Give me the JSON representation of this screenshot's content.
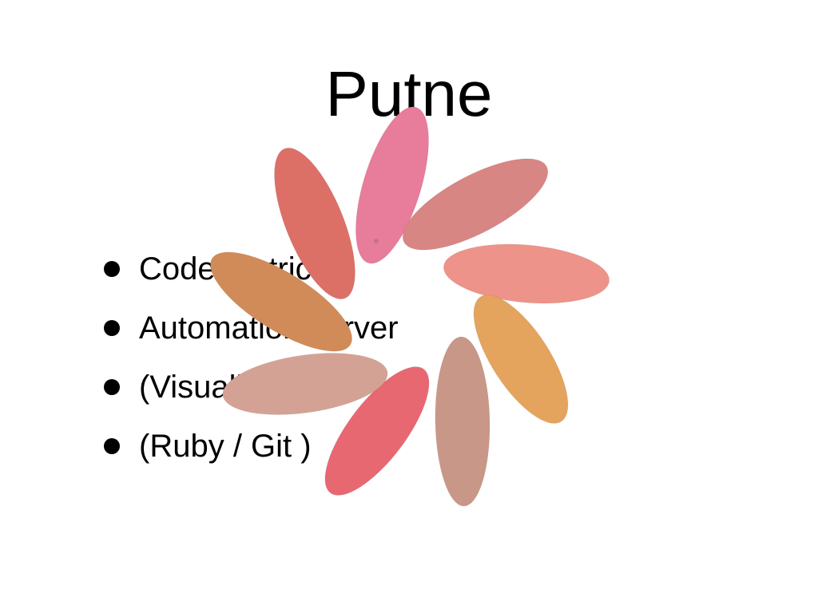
{
  "slide": {
    "title": "Putne",
    "bullets": [
      {
        "text": "Code metrics"
      },
      {
        "text": "Automation server"
      },
      {
        "text": "(Visualization)"
      },
      {
        "text": "(Ruby / Git )"
      }
    ]
  },
  "decoration": {
    "name": "petal-flower",
    "petal_colors": [
      "#e87c9b",
      "#d88683",
      "#ee938a",
      "#e4a45e",
      "#c99787",
      "#e86872",
      "#d4a295",
      "#d18b58",
      "#dc7067"
    ]
  }
}
